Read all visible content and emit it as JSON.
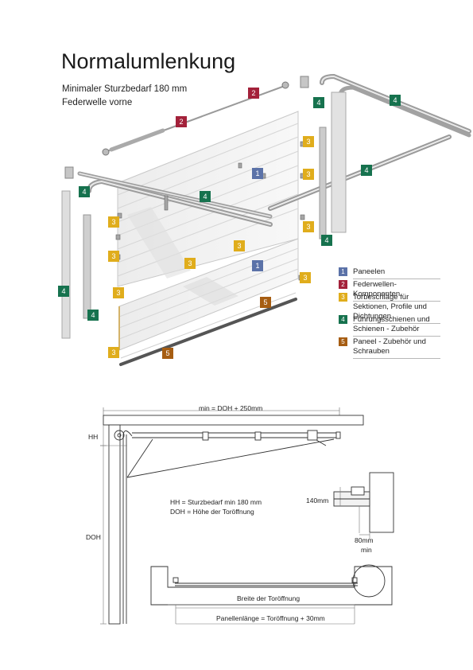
{
  "title": "Normalumlenkung",
  "subtitle_1": "Minimaler Sturzbedarf 180 mm",
  "subtitle_2": "Federwelle vorne",
  "colors": {
    "blue": "#5b72a8",
    "red": "#a3213a",
    "yellow": "#e0ad1c",
    "green": "#16724e",
    "brown": "#a65d12"
  },
  "legend": [
    {
      "num": "1",
      "text": "Paneelen",
      "color": "blue"
    },
    {
      "num": "2",
      "text": "Federwellen-Komponenten",
      "color": "red"
    },
    {
      "num": "3",
      "text": "Torbeschläge für Sektionen, Profile und Dichtungen",
      "color": "yellow"
    },
    {
      "num": "4",
      "text": "Führungsschienen und Schienen - Zubehör",
      "color": "green"
    },
    {
      "num": "5",
      "text": "Paneel - Zubehör und Schrauben",
      "color": "brown"
    }
  ],
  "badges": {
    "n1": "1",
    "n2": "2",
    "n3": "3",
    "n4": "4",
    "n5": "5"
  },
  "drawing": {
    "dim_top": "min = DOH + 250mm",
    "hh": "HH",
    "doh": "DOH",
    "def_hh": "HH    =  Sturzbedarf min 180 mm",
    "def_doh": "DOH =  Höhe der Toröffnung",
    "dim_140": "140mm",
    "dim_80": "80mm",
    "dim_80_min": "min",
    "breite": "Breite der Toröffnung",
    "panellaenge": "Panellenlänge = Toröffnung + 30mm"
  }
}
